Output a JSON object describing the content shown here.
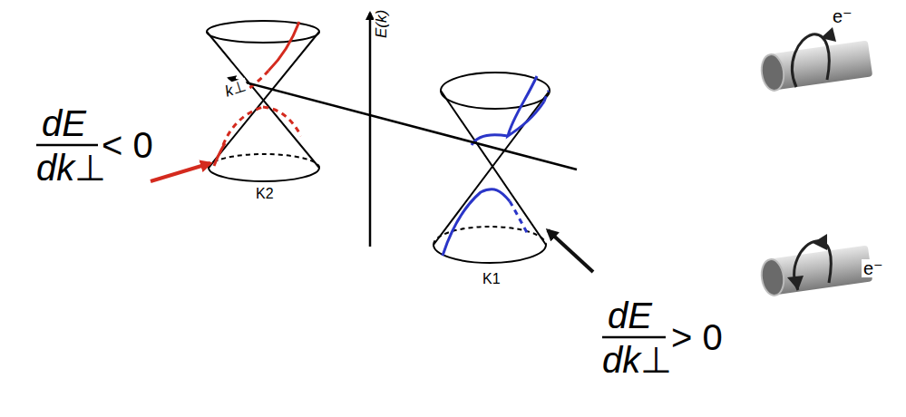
{
  "diagram": {
    "labels": [
      "E(k)",
      "k⊥",
      "K2",
      "K1",
      "dE",
      "dk⊥",
      "< 0",
      "dE",
      "dk⊥",
      "> 0",
      "e⁻",
      "e⁻"
    ]
  }
}
